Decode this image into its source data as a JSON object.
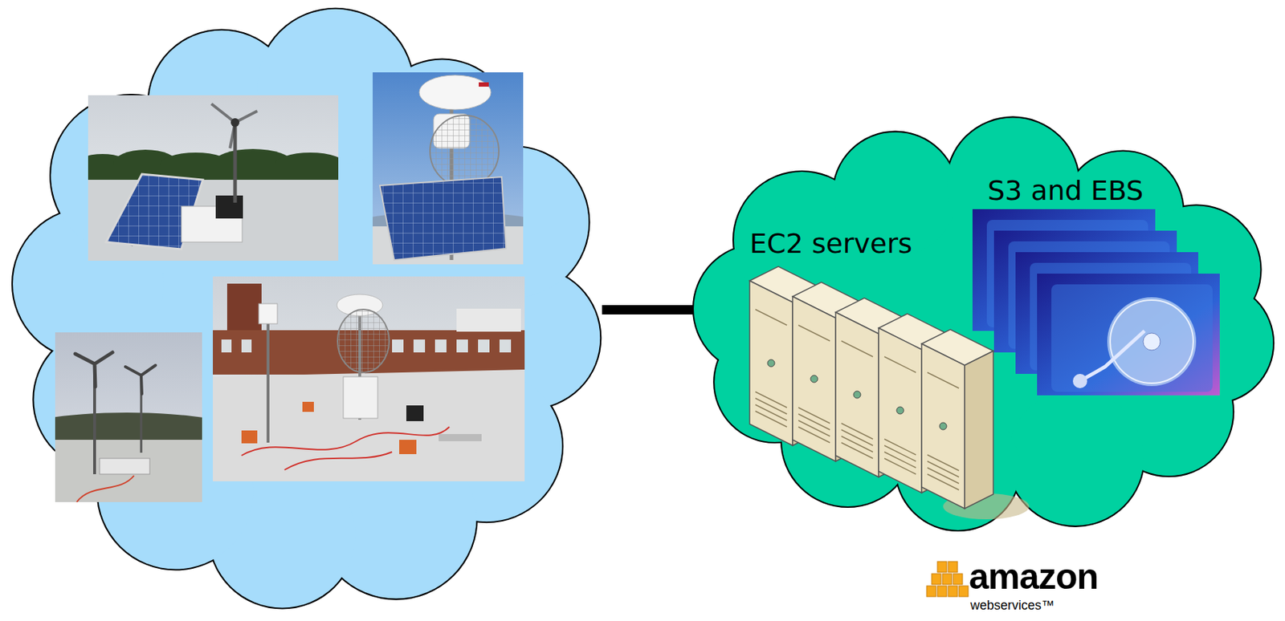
{
  "diagram": {
    "nodes": [
      {
        "text": [
          "EC2 servers",
          "S3 and EBS"
        ]
      }
    ],
    "labels": [
      "amazon",
      "webservices™"
    ]
  }
}
